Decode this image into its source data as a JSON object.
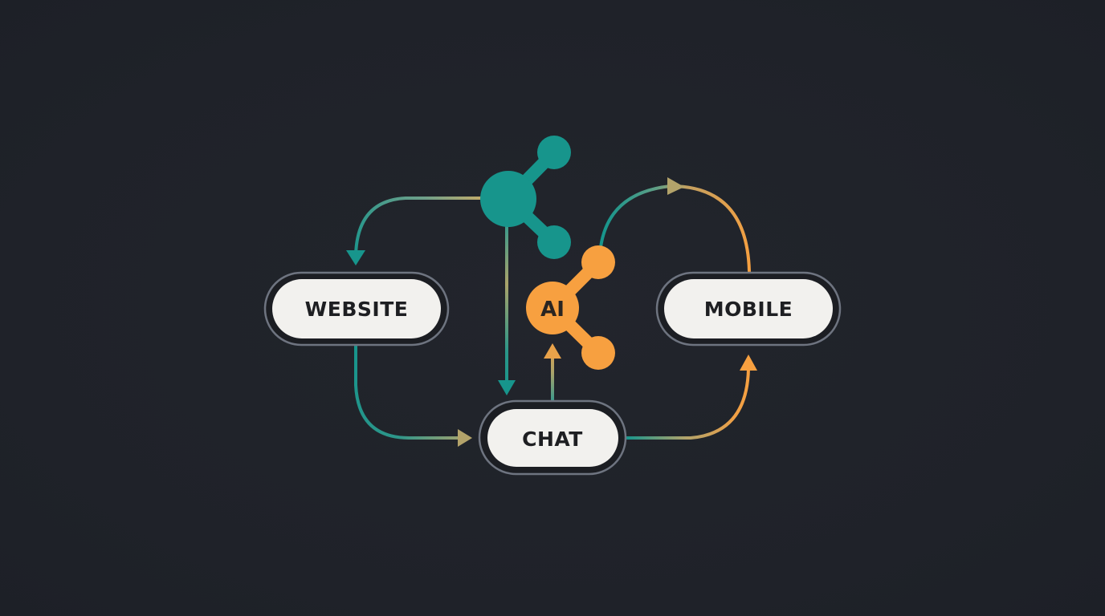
{
  "diagram": {
    "title": "",
    "background": "#20232a",
    "colors": {
      "teal": "#17958c",
      "orange": "#f7a040",
      "olive": "#b3a36a",
      "pill_fill": "#f2f1ee",
      "pill_ring": "#6e7480",
      "text": "#1e1f22"
    },
    "nodes": [
      {
        "id": "website",
        "label": "WEBSITE",
        "shape": "pill"
      },
      {
        "id": "chat",
        "label": "CHAT",
        "shape": "pill"
      },
      {
        "id": "mobile",
        "label": "MOBILE",
        "shape": "pill"
      },
      {
        "id": "ai",
        "label": "AI",
        "shape": "molecule",
        "color": "orange"
      },
      {
        "id": "hub",
        "label": "",
        "shape": "molecule",
        "color": "teal",
        "icon": "share-network-icon"
      }
    ],
    "edges": [
      {
        "from": "hub",
        "to": "website",
        "style": "curved-arrow"
      },
      {
        "from": "hub",
        "to": "chat",
        "style": "straight-arrow"
      },
      {
        "from": "website",
        "to": "chat",
        "style": "curved-arrow"
      },
      {
        "from": "chat",
        "to": "ai",
        "style": "straight-arrow"
      },
      {
        "from": "ai",
        "to": "mobile",
        "style": "curved-arrow"
      },
      {
        "from": "chat",
        "to": "mobile",
        "style": "curved-arrow"
      }
    ]
  }
}
